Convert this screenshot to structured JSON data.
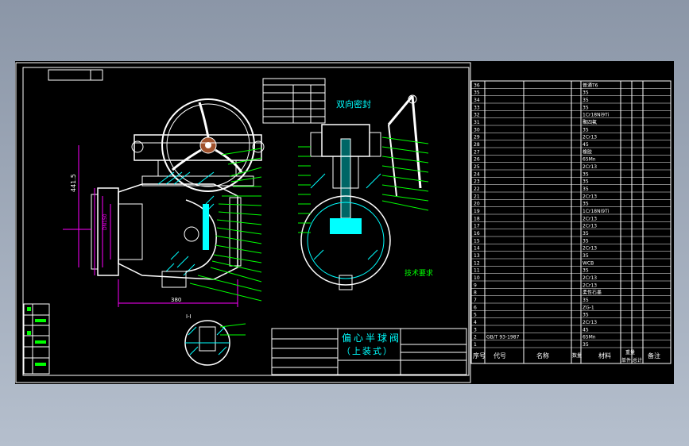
{
  "drawing": {
    "title": "偏心半球阀",
    "subtitle": "（上装式）",
    "tech_requirements_title": "技术要求",
    "seal_label": "双向密封",
    "dimension_label": "DN150",
    "section_label": "I-I"
  },
  "colors": {
    "background": "#000000",
    "frame": "#ffffff",
    "part_lines": "#00ff00",
    "outline": "#ffffff",
    "hatch": "#00ffff",
    "wheel": "#ffffff",
    "dimension": "#ff00ff",
    "title_text": "#00ffff",
    "note_text": "#00ff00"
  },
  "bom": {
    "header": {
      "seq": "序号",
      "code": "代号",
      "name": "名称",
      "qty": "数量",
      "material": "材料",
      "single_weight": "单件",
      "total_weight": "总计",
      "weight_group": "重量",
      "remarks": "备注"
    },
    "rows": [
      {
        "seq": "36",
        "material": "普通T6"
      },
      {
        "seq": "35",
        "material": "35"
      },
      {
        "seq": "34",
        "material": "35"
      },
      {
        "seq": "33",
        "material": "35"
      },
      {
        "seq": "32",
        "material": "1Cr18Ni9Ti"
      },
      {
        "seq": "31",
        "material": "聚四氟"
      },
      {
        "seq": "30",
        "material": "35"
      },
      {
        "seq": "29",
        "material": "2Cr13"
      },
      {
        "seq": "28",
        "material": "45"
      },
      {
        "seq": "27",
        "material": "橡胶"
      },
      {
        "seq": "26",
        "material": "65Mn"
      },
      {
        "seq": "25",
        "material": "2Cr13"
      },
      {
        "seq": "24",
        "material": "35"
      },
      {
        "seq": "23",
        "material": "35"
      },
      {
        "seq": "22",
        "material": "35"
      },
      {
        "seq": "21",
        "material": "2Cr13"
      },
      {
        "seq": "20",
        "material": "35"
      },
      {
        "seq": "19",
        "material": "1Cr18Ni9Ti"
      },
      {
        "seq": "18",
        "material": "2Cr13"
      },
      {
        "seq": "17",
        "material": "2Cr13"
      },
      {
        "seq": "16",
        "material": "35"
      },
      {
        "seq": "15",
        "material": "35"
      },
      {
        "seq": "14",
        "material": "2Cr13"
      },
      {
        "seq": "13",
        "material": "35"
      },
      {
        "seq": "12",
        "material": "WCB"
      },
      {
        "seq": "11",
        "material": "35"
      },
      {
        "seq": "10",
        "material": "2Cr13"
      },
      {
        "seq": "9",
        "material": "2Cr13"
      },
      {
        "seq": "8",
        "material": "柔性石墨"
      },
      {
        "seq": "7",
        "material": "35"
      },
      {
        "seq": "6",
        "material": "ZG-1"
      },
      {
        "seq": "5",
        "material": "35"
      },
      {
        "seq": "4",
        "material": "2Cr13"
      },
      {
        "seq": "3",
        "material": "45"
      },
      {
        "seq": "2",
        "code": "GB/T 93-1987",
        "material": "65Mn"
      },
      {
        "seq": "1",
        "material": "35"
      }
    ]
  }
}
